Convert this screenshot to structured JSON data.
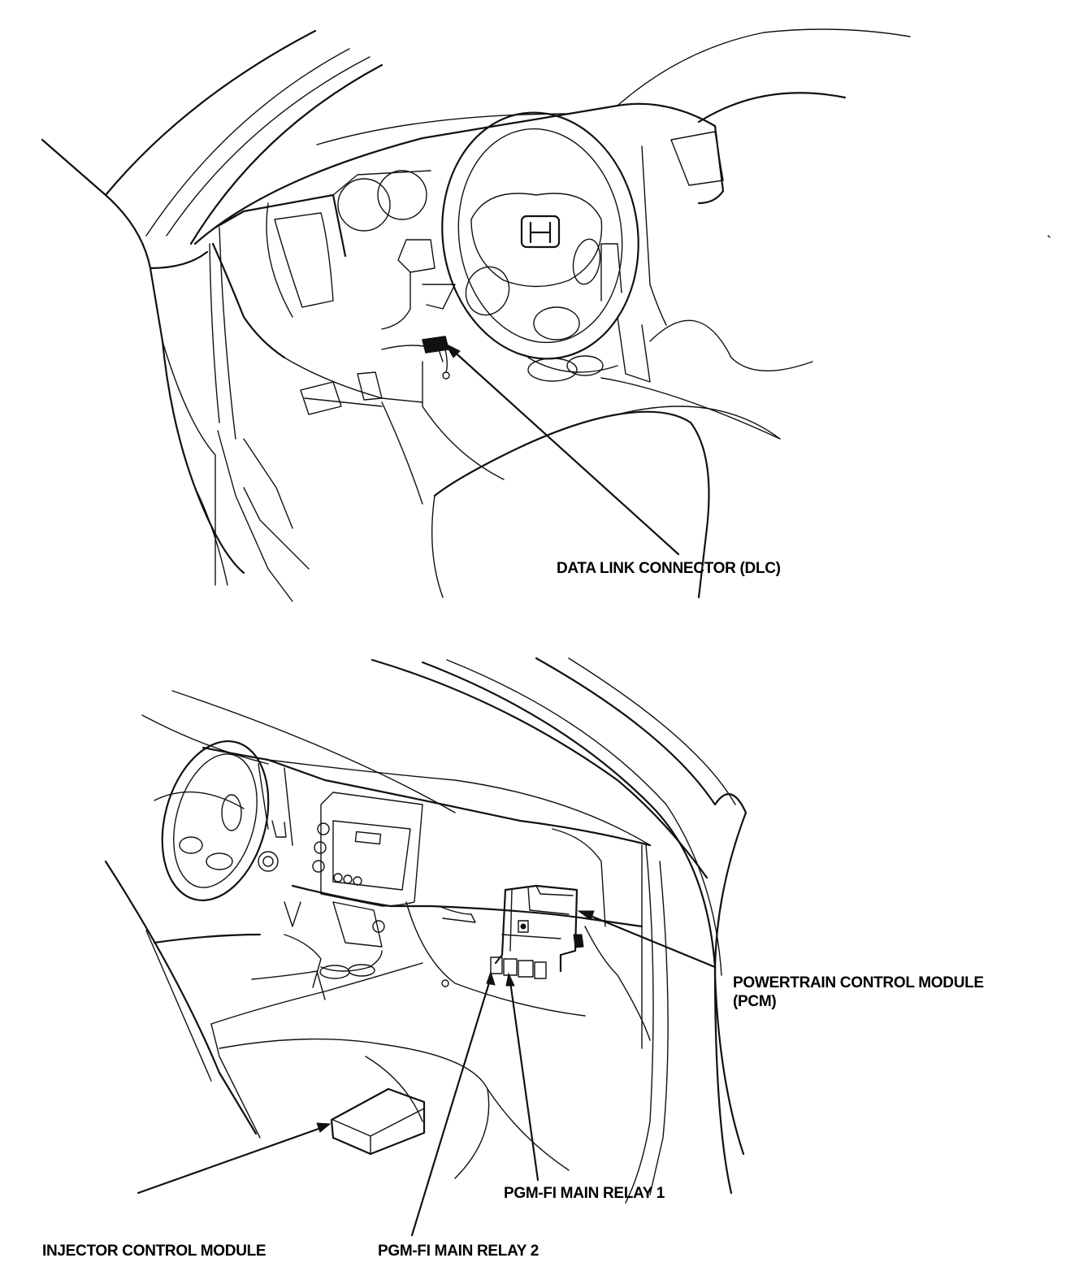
{
  "labels": {
    "dlc": "DATA LINK CONNECTOR (DLC)",
    "pcm_line1": "POWERTRAIN CONTROL MODULE",
    "pcm_line2": "(PCM)",
    "relay1": "PGM-FI MAIN RELAY 1",
    "relay2": "PGM-FI MAIN RELAY 2",
    "icm": "INJECTOR CONTROL MODULE"
  }
}
